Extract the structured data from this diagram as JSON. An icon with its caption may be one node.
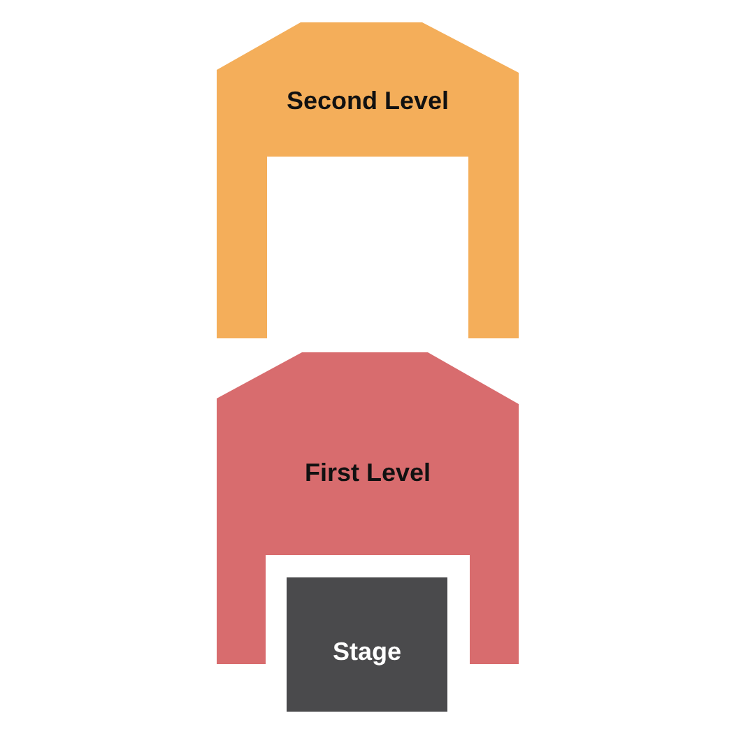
{
  "diagram": {
    "nodes": [
      {
        "text": [
          "Second Level"
        ]
      },
      {
        "text": [
          "First Level"
        ]
      },
      {
        "text": [
          "Stage"
        ]
      }
    ]
  }
}
